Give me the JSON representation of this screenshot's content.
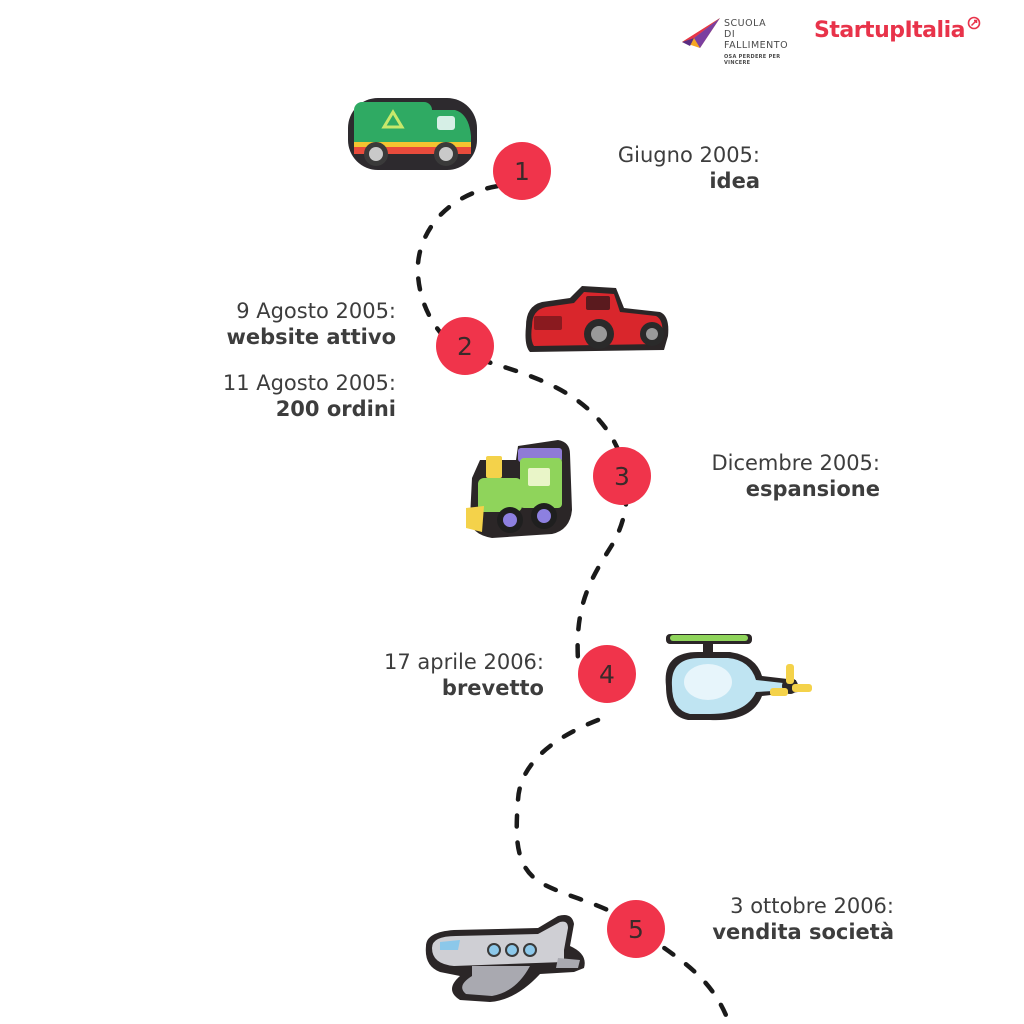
{
  "logos": {
    "scuola": {
      "line1": "SCUOLA",
      "line2": "DI FALLIMENTO",
      "tagline": "OSA PERDERE PER VINCERE"
    },
    "startupitalia": {
      "name": "StartupItalia"
    }
  },
  "timeline": [
    {
      "number": "1",
      "date": "Giugno 2005:",
      "event": "idea",
      "sticker": "garbage-truck-icon"
    },
    {
      "number": "2",
      "date": "9 Agosto 2005:",
      "event": "website attivo",
      "date2": "11 Agosto 2005:",
      "event2": "200 ordini",
      "sticker": "pickup-truck-icon"
    },
    {
      "number": "3",
      "date": "Dicembre 2005:",
      "event": "espansione",
      "sticker": "toy-train-icon"
    },
    {
      "number": "4",
      "date": "17 aprile 2006:",
      "event": "brevetto",
      "sticker": "helicopter-icon"
    },
    {
      "number": "5",
      "date": "3 ottobre 2006:",
      "event": "vendita società",
      "sticker": "airplane-icon"
    }
  ],
  "colors": {
    "marker": "#f0344b",
    "text": "#3d3d3d",
    "path": "#1a1a1a",
    "brand": "#e8334a"
  }
}
